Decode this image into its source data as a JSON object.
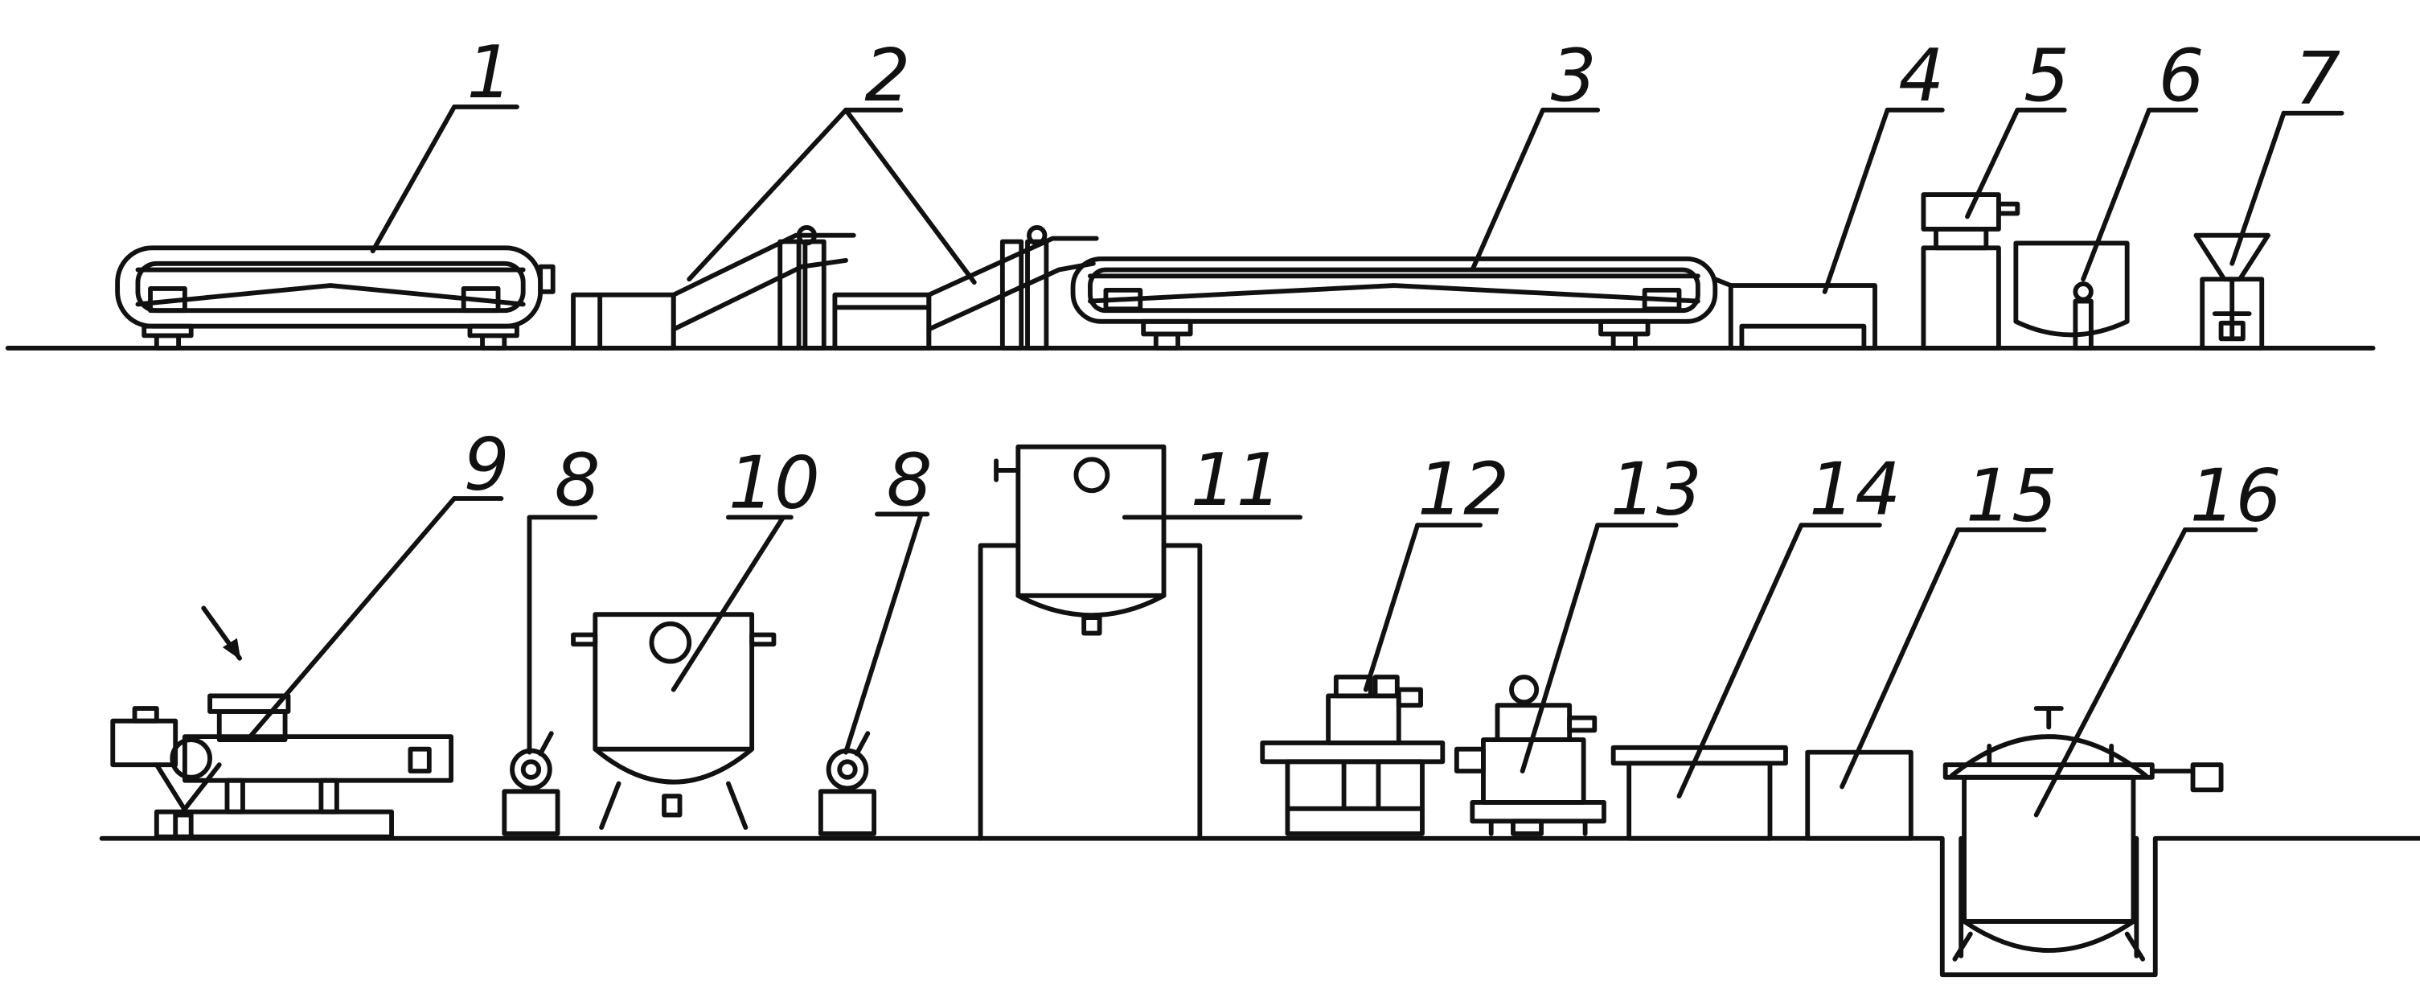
{
  "diagram": {
    "labels": {
      "l1": "1",
      "l2": "2",
      "l3": "3",
      "l4": "4",
      "l5": "5",
      "l6": "6",
      "l7": "7",
      "l8a": "8",
      "l8b": "8",
      "l9": "9",
      "l10": "10",
      "l11": "11",
      "l12": "12",
      "l13": "13",
      "l14": "14",
      "l15": "15",
      "l16": "16"
    }
  }
}
